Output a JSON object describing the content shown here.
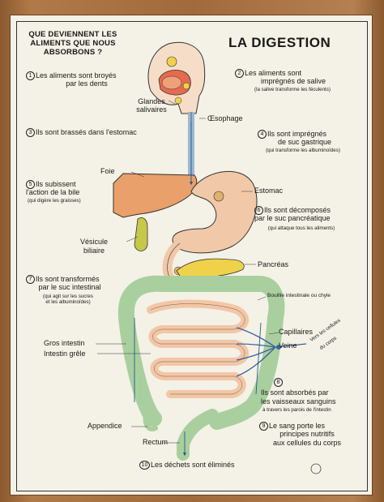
{
  "question": [
    "QUE DEVIENNENT LES",
    "ALIMENTS QUE NOUS",
    "ABSORBONS ?"
  ],
  "title": "LA DIGESTION",
  "steps": {
    "s1": {
      "n": "1",
      "lines": [
        "Les aliments sont broyés",
        "par les dents"
      ]
    },
    "s2": {
      "n": "2",
      "lines": [
        "Les aliments sont",
        "imprégnés de salive"
      ],
      "sub": "(la salive transforme les féculents)"
    },
    "s3": {
      "n": "3",
      "lines": [
        "Ils sont brassés dans l'estomac"
      ]
    },
    "s4": {
      "n": "4",
      "lines": [
        "Ils sont imprégnés",
        "de suc gastrique"
      ],
      "sub": "(qui transforme les albuminoïdes)"
    },
    "s5": {
      "n": "5",
      "lines": [
        "Ils subissent",
        "l'action de la bile"
      ],
      "sub": "(qui digère les graisses)"
    },
    "s6": {
      "n": "6",
      "lines": [
        "Ils sont décomposés",
        "par le suc pancréatique"
      ],
      "sub": "(qui attaque tous les aliments)"
    },
    "s7": {
      "n": "7",
      "lines": [
        "Ils sont transformés",
        "par le suc intestinal"
      ],
      "sub": [
        "(qui agit sur les sucres",
        "et les albuminoïdes)"
      ]
    },
    "s8": {
      "n": "8",
      "lines": [
        "Ils sont absorbés par",
        "les vaisseaux sanguins"
      ],
      "sub": "à travers les parois de l'intestin"
    },
    "s9": {
      "n": "9",
      "lines": [
        "Le sang porte les",
        "principes nutritifs",
        "aux cellules du corps"
      ]
    },
    "s10": {
      "n": "10",
      "lines": [
        "Les déchets sont éliminés"
      ]
    }
  },
  "labels": {
    "glandes": [
      "Glandes",
      "salivaires"
    ],
    "oesophage": "Œsophage",
    "foie": "Foie",
    "estomac": "Estomac",
    "vesicule": [
      "Vésicule",
      "biliaire"
    ],
    "pancreas": "Pancréas",
    "bouillie": "Bouillie intestinale ou chyle",
    "capillaires": "Capillaires",
    "veine": "Veine",
    "vers_cellules": [
      "Vers les cellules",
      "du corps"
    ],
    "gros_intestin": "Gros intestin",
    "intestin_grele": "Intestin grêle",
    "appendice": "Appendice",
    "rectum": "Rectum"
  },
  "colors": {
    "liver": "#e9a06a",
    "gallbladder": "#c6c84a",
    "stomach": "#f1c9a8",
    "pancreas": "#f0d24a",
    "large_intestine": "#a9cf9f",
    "small_intestine": "#f3c6a6",
    "vessels": "#3d5f9a",
    "mouth": "#e46a50",
    "flow": "#1f5e8f"
  }
}
